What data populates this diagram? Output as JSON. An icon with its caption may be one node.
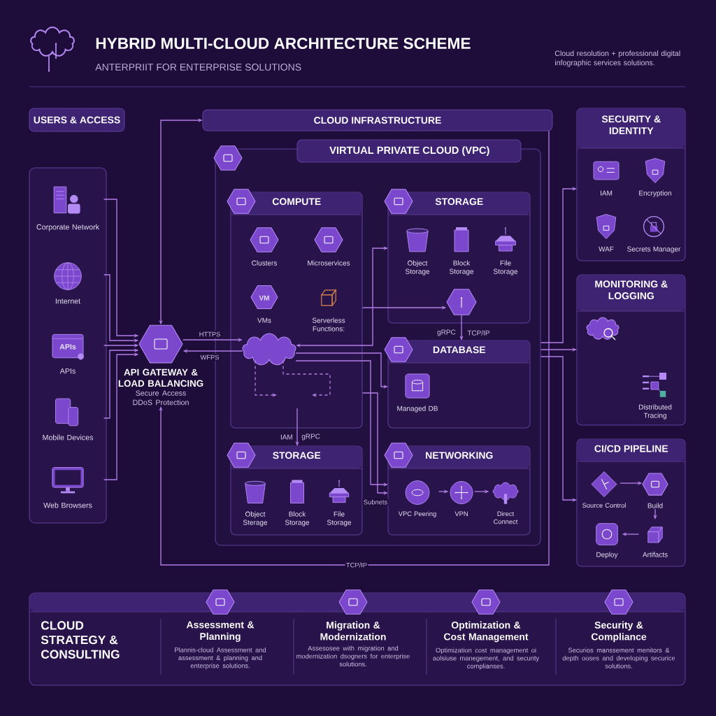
{
  "diagram": {
    "title": "HYBRID MULTI-CLOUD ARCHITECTURE SCHEME",
    "nodes": [
      {
        "text": [
          "USERS & ACCESS"
        ]
      },
      {
        "text": [],
        "shape": "box"
      },
      {
        "text": [
          "Corporate Network"
        ],
        "in": 1
      },
      {
        "text": [
          "Internet"
        ],
        "in": 1
      },
      {
        "text": [
          "APIs",
          "APIs"
        ],
        "in": 1
      },
      {
        "text": [
          "Mobile Devices"
        ],
        "in": 1
      },
      {
        "text": [
          "Web Browsers"
        ],
        "in": 1
      },
      {
        "text": [
          "API GATEWAY & LOAD BALANCING",
          "Secure Access DDoS Protection"
        ]
      },
      {
        "text": [
          "CLOUD INFRASTRUCTURE"
        ]
      },
      {
        "text": [
          "VIRTUAL PRIVATE CLOUD (VPC)"
        ]
      },
      {
        "text": [
          "COMPUTE"
        ],
        "in": 9
      },
      {
        "text": [
          "Clusters"
        ],
        "in": 10
      },
      {
        "text": [
          "Microservices"
        ],
        "in": 10
      },
      {
        "text": [
          "VM",
          "VMs"
        ],
        "in": 10
      },
      {
        "text": [
          "Serverless Functions:"
        ],
        "in": 10
      },
      {
        "text": [],
        "shape": "cloud",
        "in": 10
      },
      {
        "text": [
          "STORAGE"
        ],
        "in": 9
      },
      {
        "text": [
          "Object Storage"
        ],
        "in": 16
      },
      {
        "text": [
          "Block Storage"
        ],
        "in": 16
      },
      {
        "text": [
          "File Storage"
        ],
        "in": 16
      },
      {
        "text": [],
        "shape": "hexagon",
        "in": 16
      },
      {
        "text": [
          "DATABASE"
        ],
        "in": 9
      },
      {
        "text": [
          "Managed DB"
        ],
        "in": 21
      },
      {
        "text": [
          "STORAGE"
        ],
        "in": 9
      },
      {
        "text": [
          "Object Sterage"
        ],
        "in": 23
      },
      {
        "text": [
          "Block Storage"
        ],
        "in": 23
      },
      {
        "text": [
          "File Storage"
        ],
        "in": 23
      },
      {
        "text": [
          "NETWORKING"
        ],
        "in": 9
      },
      {
        "text": [
          "VPC Peering"
        ],
        "in": 27
      },
      {
        "text": [
          "VPN"
        ],
        "in": 27
      },
      {
        "text": [
          "Direct Connect"
        ],
        "in": 27
      },
      {
        "text": [
          "SECURITY & IDENTITY"
        ]
      },
      {
        "text": [
          "IAM"
        ],
        "in": 31
      },
      {
        "text": [
          "Encryption"
        ],
        "in": 31
      },
      {
        "text": [
          "WAF"
        ],
        "in": 31
      },
      {
        "text": [
          "Secrets Manager"
        ],
        "in": 31
      },
      {
        "text": [
          "MONITORING & LOGGING"
        ]
      },
      {
        "text": [],
        "shape": "cloud",
        "in": 36
      },
      {
        "text": [
          "Distributed Tracing"
        ],
        "in": 36
      },
      {
        "text": [
          "CI/CD PIPELINE"
        ]
      },
      {
        "text": [
          "Source Control"
        ],
        "in": 39
      },
      {
        "text": [
          "Build"
        ],
        "in": 39
      },
      {
        "text": [
          "Deploy"
        ],
        "in": 39
      },
      {
        "text": [
          "Artifacts"
        ],
        "in": 39
      },
      {
        "text": [
          "CLOUD STRATEGY & CONSULTING"
        ]
      },
      {
        "text": [
          "Assessment & Planning",
          "Plannis-cloud Assessment and assessment & planning and enterprise solutions."
        ],
        "in": 44
      },
      {
        "text": [
          "Migration & Modernization",
          "Assesosee with migration and modernization dsogners for enterprise solutions."
        ],
        "in": 44
      },
      {
        "text": [
          "Optimization & Cost Management",
          "Optimization cost management oi aolsiuse manegement, and security complianses."
        ],
        "in": 44
      },
      {
        "text": [
          "Security & Compliance",
          "Securios manssement menitors & depth ooses and developing securice solutions."
        ],
        "in": 44
      }
    ],
    "edges": [
      {
        "from": 2,
        "to": 7,
        "arrow": "to"
      },
      {
        "from": 3,
        "to": 7,
        "arrow": "to"
      },
      {
        "from": 4,
        "to": 7,
        "arrow": "to"
      },
      {
        "from": 5,
        "to": 7,
        "arrow": "to"
      },
      {
        "from": 6,
        "to": 7,
        "arrow": "to"
      },
      {
        "from": 7,
        "to": 8,
        "arrow": "both"
      },
      {
        "from": 7,
        "to": 15,
        "arrow": "to",
        "label": "HTTPS"
      },
      {
        "from": 15,
        "to": 7,
        "arrow": "to",
        "label": "WFPS"
      },
      {
        "from": 8,
        "to": 7,
        "arrow": "to",
        "label": "TCP/IP"
      },
      {
        "from": 15,
        "to": null,
        "arrow": "to",
        "style": "dashed"
      },
      {
        "from": 15,
        "to": null,
        "arrow": "to",
        "style": "dashed"
      },
      {
        "from": null,
        "to": 23,
        "arrow": "to"
      },
      {
        "from": 15,
        "to": 16,
        "arrow": "both"
      },
      {
        "from": 15,
        "to": 21,
        "arrow": "to"
      },
      {
        "from": 15,
        "to": 27,
        "arrow": "to"
      },
      {
        "from": 10,
        "to": 27,
        "arrow": "to",
        "label": "Subnets"
      },
      {
        "from": 10,
        "to": 20,
        "arrow": "to"
      },
      {
        "from": 20,
        "to": 21,
        "arrow": "to"
      },
      {
        "from": 9,
        "to": 31,
        "arrow": "to"
      },
      {
        "from": 9,
        "to": 36,
        "arrow": "to"
      },
      {
        "from": 9,
        "to": 39,
        "arrow": "to"
      },
      {
        "from": 28,
        "to": 29,
        "arrow": "to"
      },
      {
        "from": 29,
        "to": 30,
        "arrow": "to"
      },
      {
        "from": 40,
        "to": 41,
        "arrow": "to"
      },
      {
        "from": 41,
        "to": 43,
        "arrow": "to"
      },
      {
        "from": 43,
        "to": 42,
        "arrow": "to"
      }
    ],
    "labels": [
      "ANTERPRIIT FOR ENTERPRISE SOLUTIONS",
      "Cloud resolution + professional digital infographic services solutions.",
      "gRPC",
      "TCP/IP",
      "IAM",
      "gRPC"
    ]
  }
}
